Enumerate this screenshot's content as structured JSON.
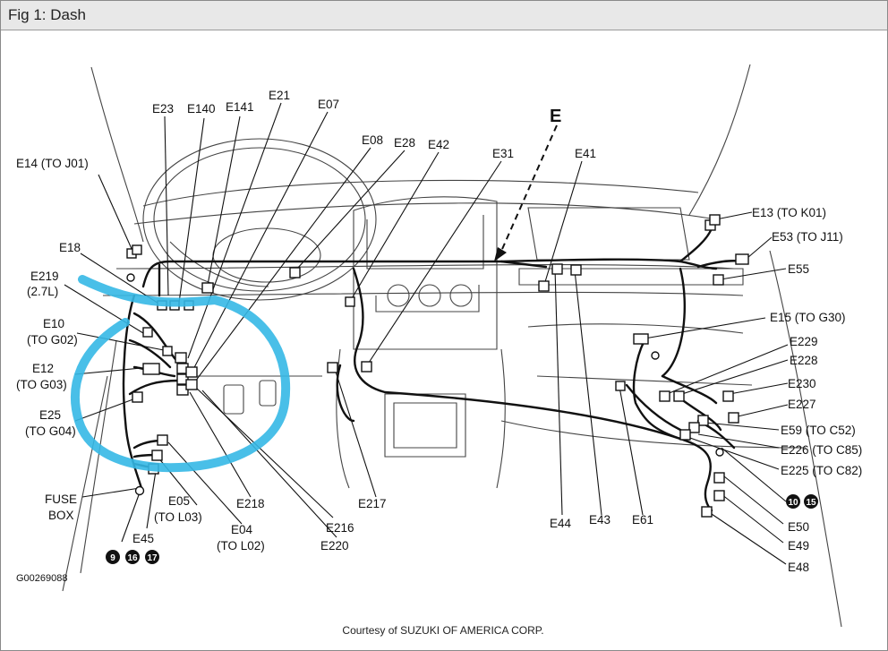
{
  "window": {
    "title": "Fig 1: Dash"
  },
  "diagram": {
    "section_letter": "E",
    "image_code": "G00269088",
    "courtesy": "Courtesy of SUZUKI OF AMERICA CORP.",
    "labels": {
      "e14": "E14 (TO J01)",
      "e23": "E23",
      "e140": "E140",
      "e141": "E141",
      "e21": "E21",
      "e07": "E07",
      "e08": "E08",
      "e28": "E28",
      "e42": "E42",
      "e31": "E31",
      "e41": "E41",
      "e13": "E13 (TO K01)",
      "e53": "E53 (TO J11)",
      "e55": "E55",
      "e18": "E18",
      "e219_a": "E219",
      "e219_b": "(2.7L)",
      "e10_a": "E10",
      "e10_b": "(TO G02)",
      "e12_a": "E12",
      "e12_b": "(TO G03)",
      "e25_a": "E25",
      "e25_b": "(TO G04)",
      "fuse_a": "FUSE",
      "fuse_b": "BOX",
      "e45": "E45",
      "e05_a": "E05",
      "e05_b": "(TO L03)",
      "e218": "E218",
      "e04_a": "E04",
      "e04_b": "(TO L02)",
      "e216": "E216",
      "e220": "E220",
      "e217": "E217",
      "e44": "E44",
      "e43": "E43",
      "e61": "E61",
      "e15": "E15 (TO G30)",
      "e229": "E229",
      "e228": "E228",
      "e230": "E230",
      "e227": "E227",
      "e59": "E59 (TO C52)",
      "e226": "E226 (TO C85)",
      "e225": "E225 (TO C82)",
      "e50": "E50",
      "e49": "E49",
      "e48": "E48"
    },
    "ground_badges_left": [
      "9",
      "16",
      "17"
    ],
    "ground_badges_right": [
      "10",
      "15"
    ],
    "colors": {
      "annotation": "#35b8e6",
      "line": "#111111",
      "titlebar": "#e8e8e8"
    }
  }
}
